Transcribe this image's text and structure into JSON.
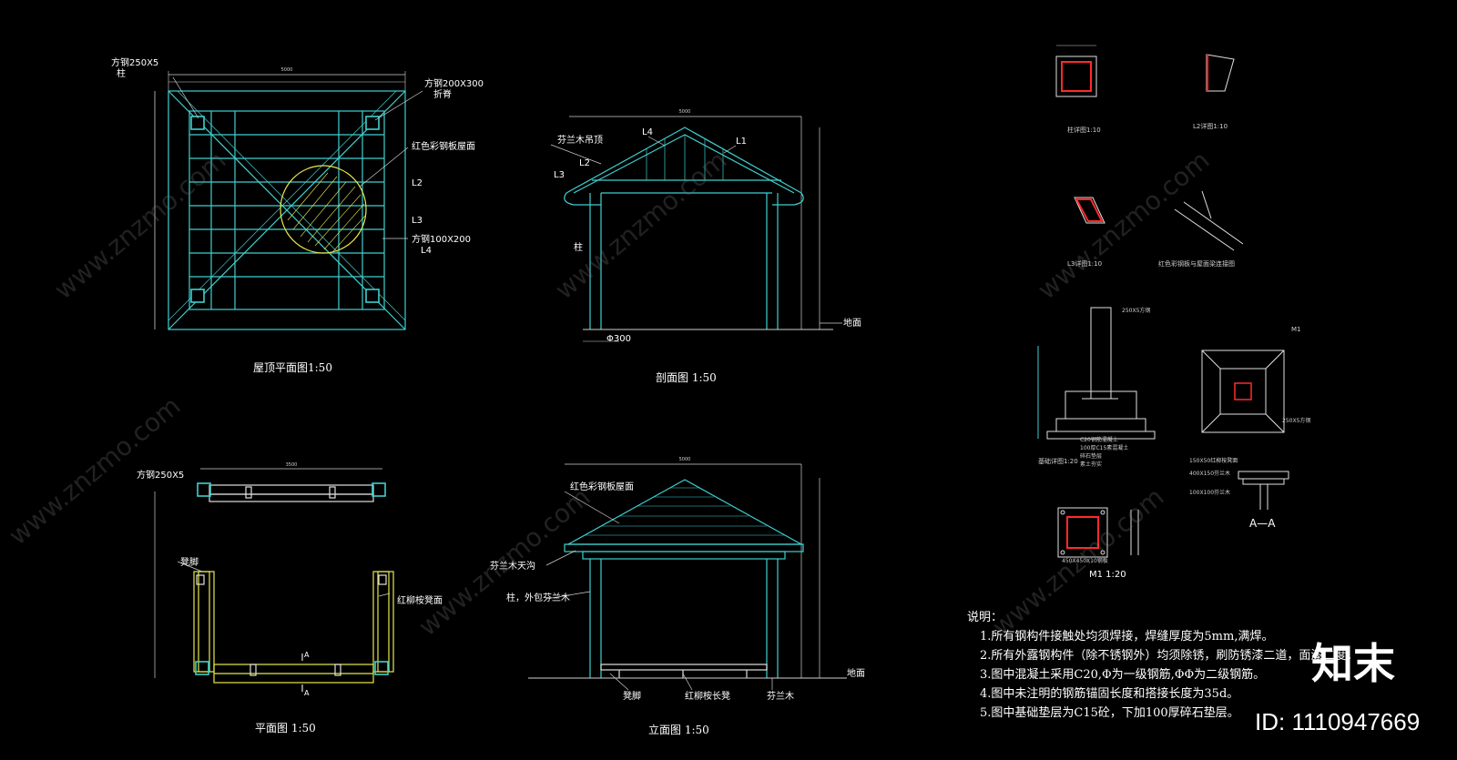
{
  "drawings": {
    "roof_plan": {
      "caption": "屋顶平面图1:50",
      "labels": {
        "column_steel": "方钢250X5",
        "column": "柱",
        "steel_top": "方钢200X300",
        "fold_ridge": "折脊",
        "roof_sheet": "红色彩钢板屋面",
        "l2": "L2",
        "l3": "L3",
        "steel_side": "方钢100X200",
        "l4": "L4",
        "total_dim": "5000"
      }
    },
    "section": {
      "caption": "剖面图 1:50",
      "labels": {
        "ceiling": "芬兰木吊顶",
        "l4": "L4",
        "l1": "L1",
        "l2": "L2",
        "l3": "L3",
        "column": "柱",
        "ground": "地面",
        "phi": "Φ300",
        "top_dim": "5000"
      }
    },
    "plan": {
      "caption": "平面图 1:50",
      "labels": {
        "column_steel": "方钢250X5",
        "foot": "凳脚",
        "bench": "红柳桉凳面",
        "section_a1": "A",
        "section_a2": "A",
        "dim_top": "3500"
      }
    },
    "elevation": {
      "caption": "立面图 1:50",
      "labels": {
        "roof_sheet": "红色彩钢板屋面",
        "gutter": "芬兰木天沟",
        "column_wrap": "柱，外包芬兰木",
        "ground": "地面",
        "foot": "凳脚",
        "bench": "红柳桉长凳",
        "wood": "芬兰木",
        "top_dim": "5000"
      }
    },
    "details": {
      "col_detail": "柱详图1:10",
      "l2_detail": "L2详图1:10",
      "l3_detail": "L3详图1:10",
      "roof_conn": "红色彩钢板与屋面梁连接图",
      "base_detail": "基础详图1:20",
      "m1": "M1",
      "m1_caption": "M1 1:20",
      "aa": "A—A",
      "steel_250": "250X5方钢",
      "concrete1": "C20钢筋混凝土",
      "concrete2": "100厚C15素混凝土",
      "gravel": "碎石垫层",
      "soil": "素土夯实",
      "plate": "450X450X10钢板",
      "steel_small": "250X5方钢",
      "wood1": "150X50红柳桉凳面",
      "wood2": "400X150芬兰木",
      "wood3": "100X100芬兰木"
    }
  },
  "notes": {
    "title": "说明：",
    "items": [
      "1.所有钢构件接触处均须焊接，焊缝厚度为5mm,满焊。",
      "2.所有外露钢构件（除不锈钢外）均须除锈，刷防锈漆二道，面漆二度。",
      "3.图中混凝土采用C20,Φ为一级钢筋,ΦΦ为二级钢筋。",
      "4.图中未注明的钢筋锚固长度和搭接长度为35d。",
      "5.图中基础垫层为C15砼，下加100厚碎石垫层。"
    ]
  },
  "watermark": {
    "brand": "知末",
    "id_label": "ID: 1110947669",
    "site": "www.znzmo.com"
  }
}
